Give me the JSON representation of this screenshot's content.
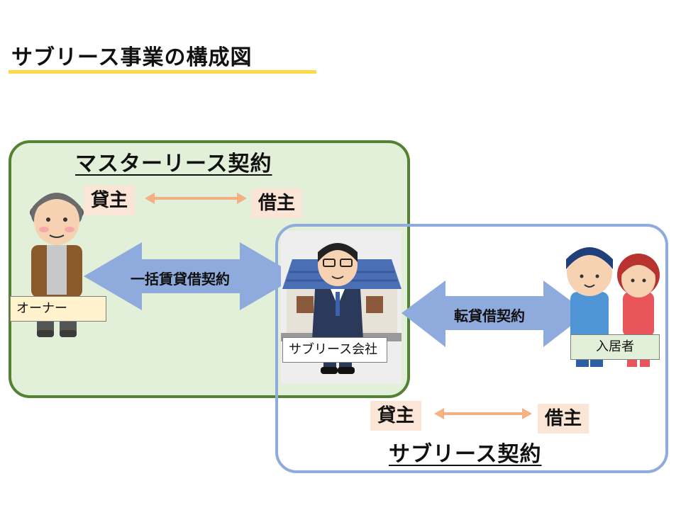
{
  "title": "サブリース事業の構成図",
  "master_lease": {
    "heading": "マスターリース契約",
    "lessor": "貸主",
    "lessee": "借主",
    "contract": "一括賃貸借契約"
  },
  "sublease": {
    "heading": "サブリース契約",
    "lessor": "貸主",
    "lessee": "借主",
    "contract": "転貸借契約"
  },
  "parties": {
    "owner": "オーナー",
    "company": "サブリース会社",
    "tenants": "入居者"
  },
  "colors": {
    "green_border": "#548235",
    "green_fill": "#e2efd9",
    "blue_border": "#8faadc",
    "arrow": "#8faadc",
    "role_fill": "#fbe5d6",
    "small_arrow": "#f4b183",
    "title_underline": "#ffd84a"
  }
}
